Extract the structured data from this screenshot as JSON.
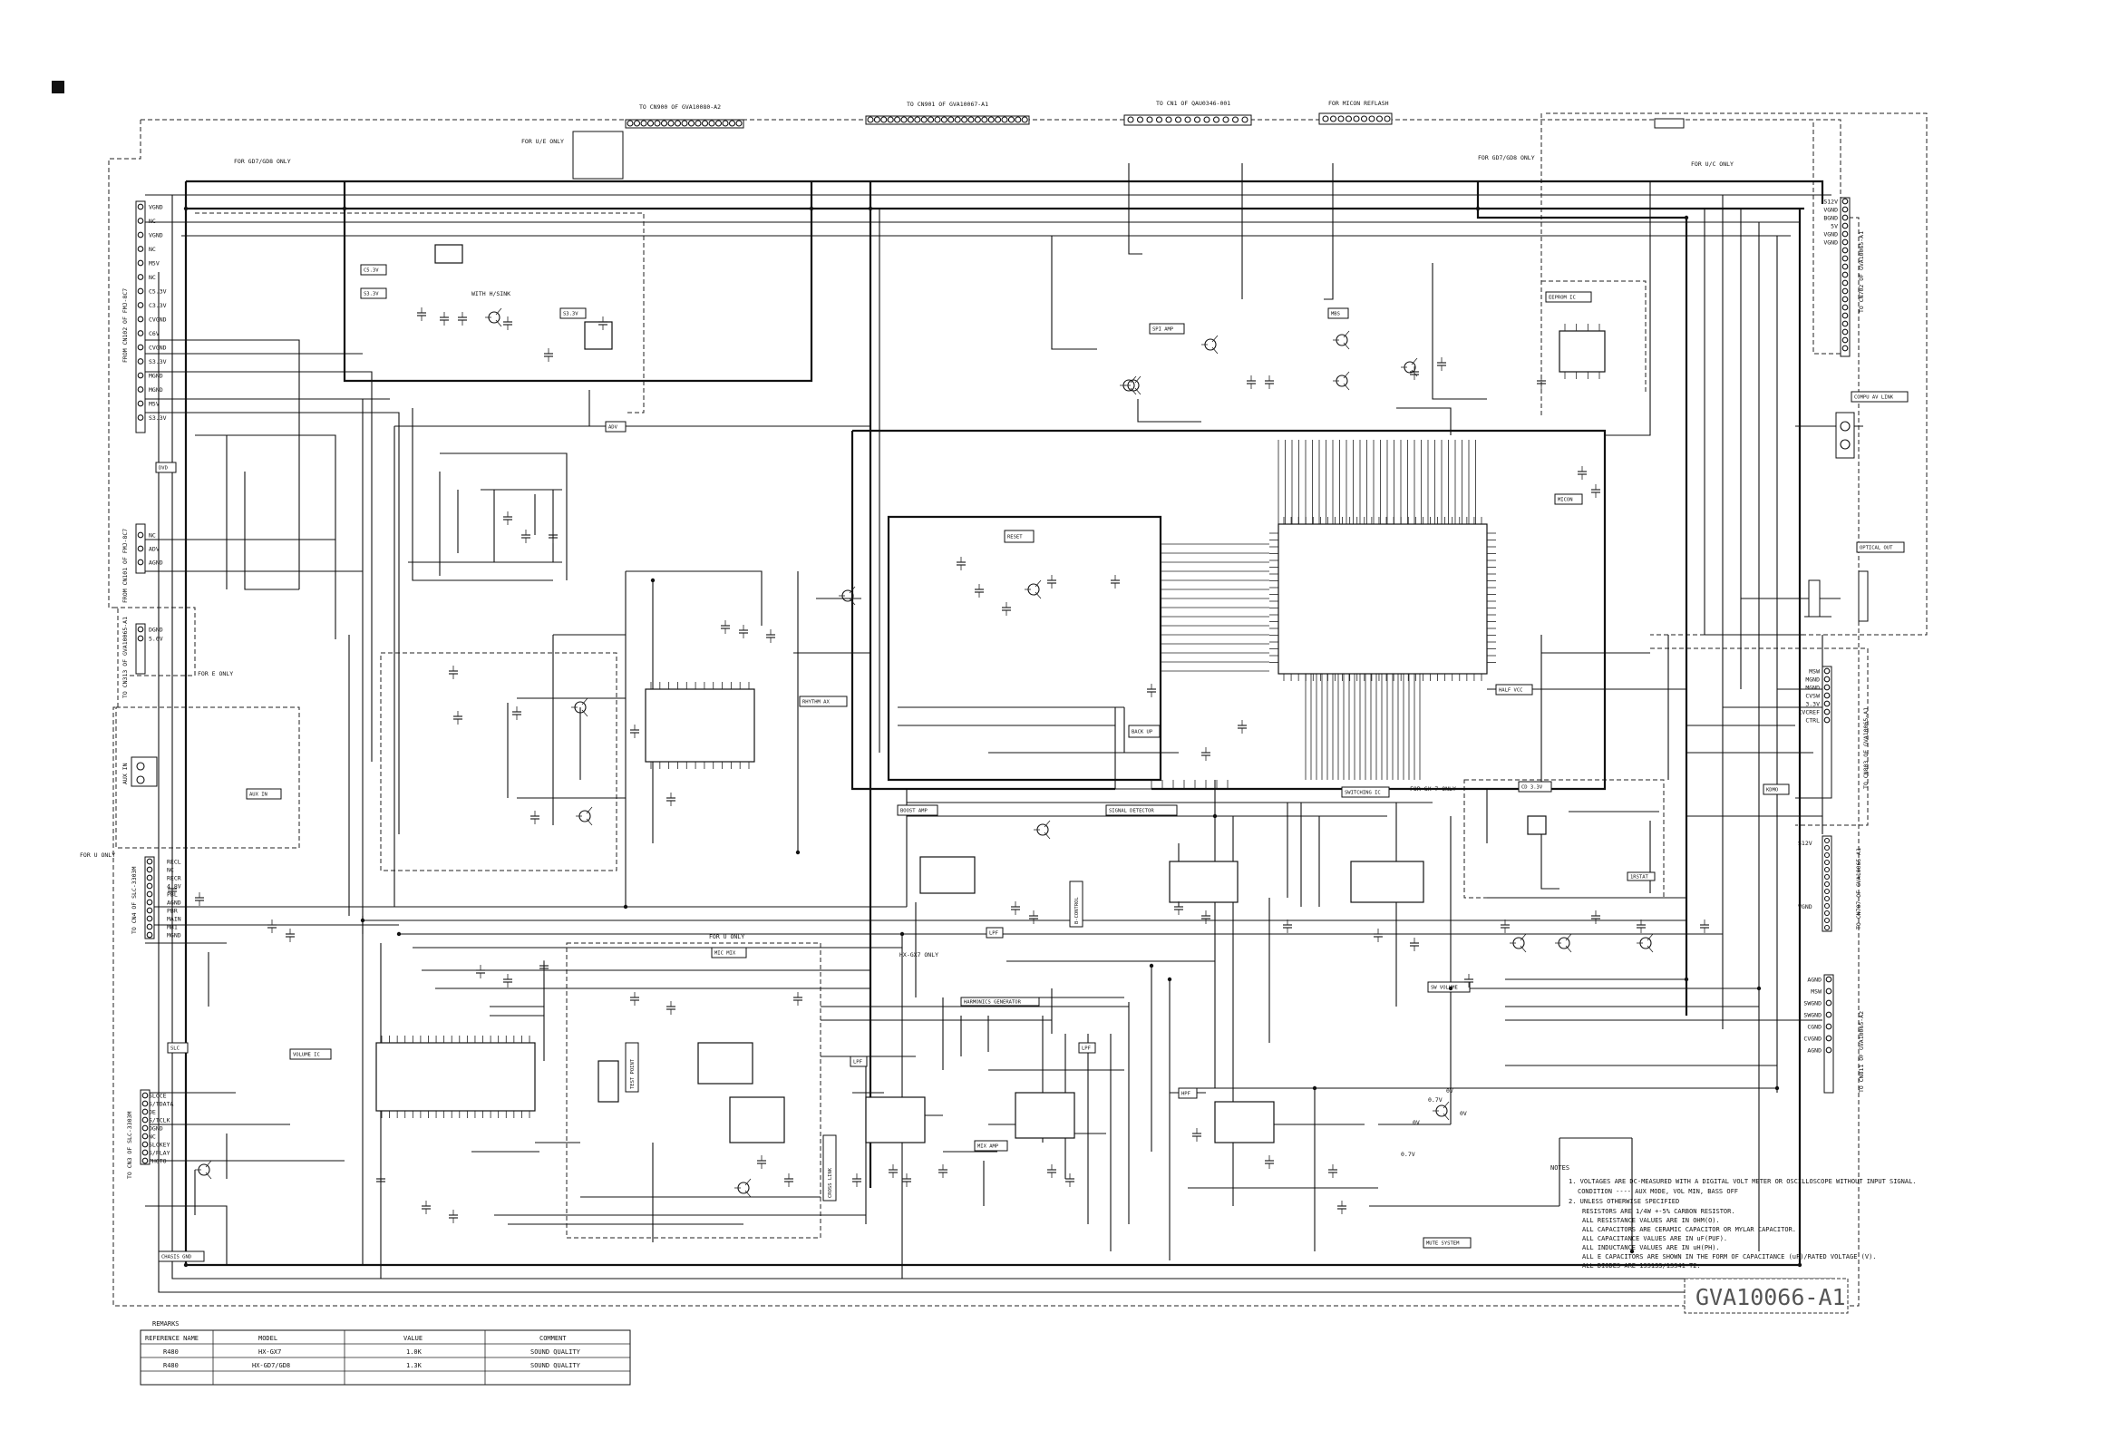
{
  "top_connectors": [
    {
      "id": "to-cn900",
      "label": "TO CN900 OF GVA10080-A2"
    },
    {
      "id": "to-cn901",
      "label": "TO CN901 OF GVA10067-A1"
    },
    {
      "id": "to-cn1",
      "label": "TO CN1 OF QAU0346-001"
    },
    {
      "id": "for-micon",
      "label": "FOR MICON REFLASH"
    }
  ],
  "notes_small": {
    "for_gd7": "FOR GD7/GD8 ONLY",
    "for_us": "FOR U/E ONLY",
    "for_gd7_right": "FOR GD7/GD8 ONLY",
    "for_uc": "FOR U/C ONLY",
    "for_e": "FOR E ONLY",
    "for_u": "FOR U ONLY",
    "for_u_mid": "FOR U ONLY",
    "for_gx7": "FOR GX-7 ONLY",
    "hx_gx7": "HX-GX7 ONLY",
    "with_hsink": "WITH H/SINK"
  },
  "side_connectors": [
    {
      "id": "from-cn102",
      "label": "FROM CN102 OF FMJ-8C7"
    },
    {
      "id": "from-cn101",
      "label": "FROM CN101 OF FMJ-8C7"
    },
    {
      "id": "to-cn313",
      "label": "TO CN313 OF GVA10065-A1"
    },
    {
      "id": "to-cn4-slc",
      "label": "TO CN4 OF SLC-3303M"
    },
    {
      "id": "to-cn3-slc",
      "label": "TO CN3 OF SLC-3303M"
    },
    {
      "id": "to-cn702-right",
      "label": "TO CN702 OF GVA10065-A1"
    },
    {
      "id": "to-cn803",
      "label": "TO CN803 OF GVA10065-A1"
    },
    {
      "id": "to-cn707",
      "label": "TO CN707 OF GVA10065-A1"
    },
    {
      "id": "to-cn811",
      "label": "TO CN811 OF GVA10065-A2"
    }
  ],
  "left_pins_top": [
    "VGND",
    "NC",
    "VGND",
    "NC",
    "M5V",
    "NC",
    "C5.3V",
    "C3.3V",
    "CVGND",
    "C6V",
    "CVGND",
    "S3.3V",
    "MGND",
    "MGND",
    "M5V",
    "S3.3V"
  ],
  "left_pins_mid": [
    "NC",
    "ADV",
    "AGND"
  ],
  "left_pins_cn313": [
    "DGND",
    "5.6V"
  ],
  "left_pins_slc4": [
    "RECL",
    "NC",
    "RECR",
    "4.8V",
    "PBL",
    "AGND",
    "PBR",
    "MAIN",
    "MB1",
    "MGND"
  ],
  "left_pins_slc3": [
    "SLCCE",
    "S/TDATA",
    "DE",
    "S/TCLK",
    "DGND",
    "NC",
    "SLCKEY",
    "S/PLAY",
    "PHOTO"
  ],
  "right_pins_top": [
    "S12V",
    "VGND",
    "BGND",
    "5V",
    "VGND",
    "VGND"
  ],
  "right_pins_mid": [
    "MSW",
    "MGND",
    "MGND",
    "CVSW",
    "3.3V",
    "CVCREF",
    "CTRL"
  ],
  "right_pins_bottom": [
    "AGND",
    "MSW",
    "SWGND",
    "SWGND",
    "CGND",
    "CVGND",
    "AGND"
  ],
  "blocks": {
    "c5v": "C5.3V",
    "s33": "S3.3V",
    "ss3": "S3.3V",
    "dvd": "DVD",
    "adv": "ADV",
    "aux_in": "AUX IN",
    "aux_jack": "AUX IN",
    "reset": "RESET",
    "micon": "MICON",
    "eeprom": "EEPROM IC",
    "spi_amp": "SPI AMP",
    "mbs": "MBS",
    "rhythm": "RHYTHM AX",
    "back_up": "BACK UP",
    "half_vcc": "HALF VCC",
    "switching": "SWITCHING IC",
    "cd33": "CD 3.3V",
    "boost_amp": "BOOST AMP",
    "signal_det": "SIGNAL DETECTOR",
    "lpf": "LPF",
    "bcontrol": "B-CONTROL",
    "mic_mix": "MIC MIX",
    "test_point": "TEST POINT",
    "harmonics": "HARMONICS GENERATOR",
    "lpf2": "LPF",
    "lpf3": "LPF",
    "hpf": "HPF",
    "mix_amp": "MIX AMP",
    "sw_volume": "SW VOLUME",
    "slc": "SLC",
    "volume_ic": "VOLUME IC",
    "chassis_gnd": "CHASIS GND",
    "mute": "MUTE SYSTEM",
    "compu": "COMPU AV LINK",
    "optical": "OPTICAL OUT",
    "kdmo": "KDMO",
    "ristart": "1RSTAT",
    "crosslink": "CROSS LINK"
  },
  "notes": {
    "title": "NOTES",
    "lines": [
      "1. VOLTAGES ARE DC-MEASURED WITH A DIGITAL VOLT METER OR OSCILLOSCOPE WITHOUT INPUT SIGNAL.",
      "CONDITION ---- AUX MODE, VOL MIN, BASS OFF",
      "2. UNLESS OTHERWISE SPECIFIED",
      "RESISTORS ARE 1/4W +-5% CARBON RESISTOR.",
      "ALL RESISTANCE VALUES ARE IN OHM(O).",
      "ALL CAPACITORS ARE CERAMIC CAPACITOR OR MYLAR CAPACITOR.",
      "ALL CAPACITANCE VALUES ARE IN uF(PUF).",
      "ALL INDUCTANCE VALUES ARE IN uH(PH).",
      "ALL E CAPACITORS ARE SHOWN IN THE FORM OF CAPACITANCE (uF)/RATED VOLTAGE (V).",
      "ALL DIODES ARE 1SS133/1SS41-T2."
    ]
  },
  "model_id": "GVA10066-A1",
  "remarks": {
    "title": "REMARKS",
    "headers": [
      "REFERENCE NAME",
      "MODEL",
      "VALUE",
      "COMMENT"
    ],
    "rows": [
      [
        "R480",
        "HX-GX7",
        "1.0K",
        "SOUND QUALITY"
      ],
      [
        "R480",
        "HX-GD7/GD8",
        "1.3K",
        "SOUND QUALITY"
      ]
    ]
  },
  "voltages": {
    "v1": "0.7V",
    "v2": "0V",
    "v3": "0V",
    "v4": "0.7V",
    "v5": "0V"
  }
}
